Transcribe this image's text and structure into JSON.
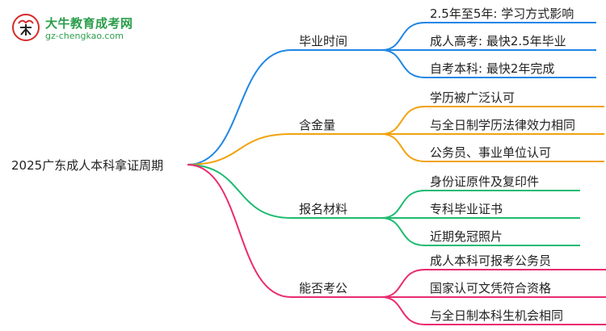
{
  "logo": {
    "title": "大牛教育成考网",
    "url": "gz-chengkao.com"
  },
  "root": "2025广东成人本科拿证周期",
  "branches": [
    {
      "label": "毕业时间",
      "color": "#1f86e6",
      "children": [
        "2.5年至5年: 学习方式影响",
        "成人高考: 最快2.5年毕业",
        "自考本科: 最快2年完成"
      ]
    },
    {
      "label": "含金量",
      "color": "#f2a20c",
      "children": [
        "学历被广泛认可",
        "与全日制学历法律效力相同",
        "公务员、事业单位认可"
      ]
    },
    {
      "label": "报名材料",
      "color": "#1dbb70",
      "children": [
        "身份证原件及复印件",
        "专科毕业证书",
        "近期免冠照片"
      ]
    },
    {
      "label": "能否考公",
      "color": "#ea2b6f",
      "children": [
        "成人本科可报考公务员",
        "国家认可文凭符合资格",
        "与全日制本科生机会相同"
      ]
    }
  ]
}
